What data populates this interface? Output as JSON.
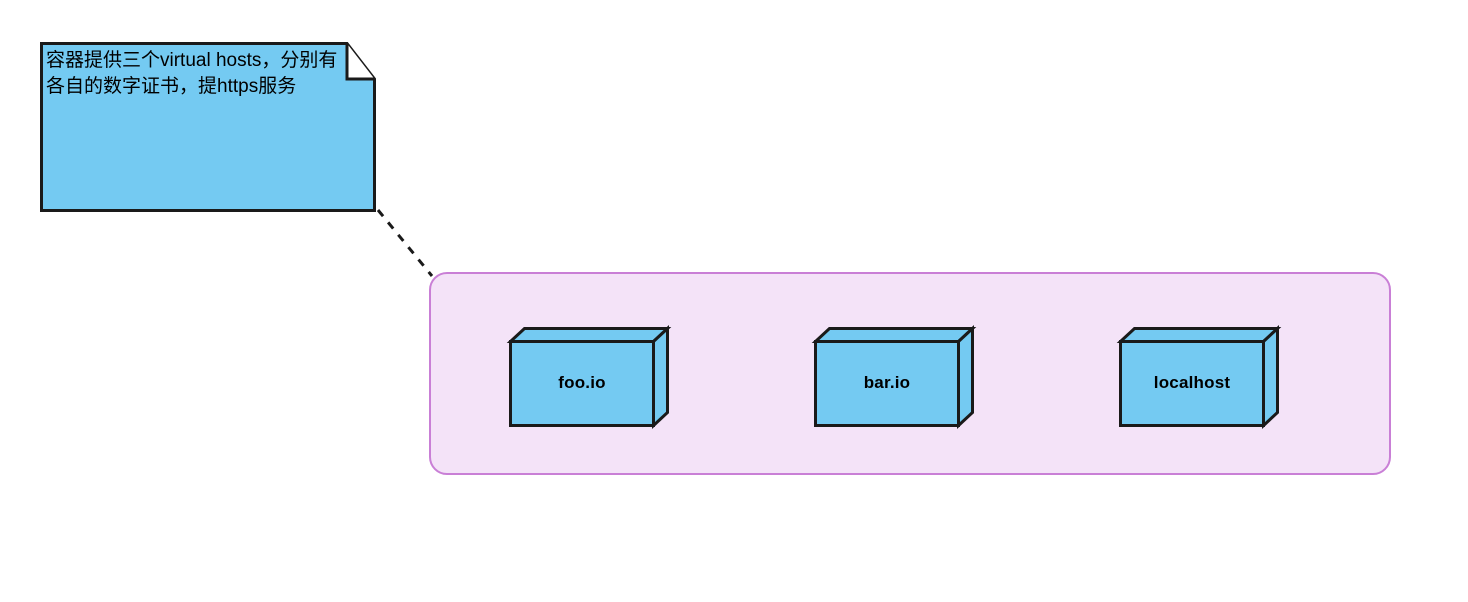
{
  "diagram": {
    "type": "uml-deployment-diagram",
    "background_color": "#ffffff",
    "note": {
      "text": "容器提供三个virtual hosts，分别有各自的数字证书，提https服务",
      "fill_color": "#74caf2",
      "stroke_color": "#1a1a1a",
      "fold_corner": "top-right"
    },
    "connector": {
      "style": "dashed",
      "color": "#1a1a1a",
      "from": "note",
      "to": "container"
    },
    "container": {
      "label": "",
      "fill_color": "#f4e3f8",
      "stroke_color": "#c97fd6"
    },
    "nodes": [
      {
        "label": "foo.io",
        "fill_color": "#74caf2",
        "stroke_color": "#1a1a1a"
      },
      {
        "label": "bar.io",
        "fill_color": "#74caf2",
        "stroke_color": "#1a1a1a"
      },
      {
        "label": "localhost",
        "fill_color": "#74caf2",
        "stroke_color": "#1a1a1a"
      }
    ]
  }
}
